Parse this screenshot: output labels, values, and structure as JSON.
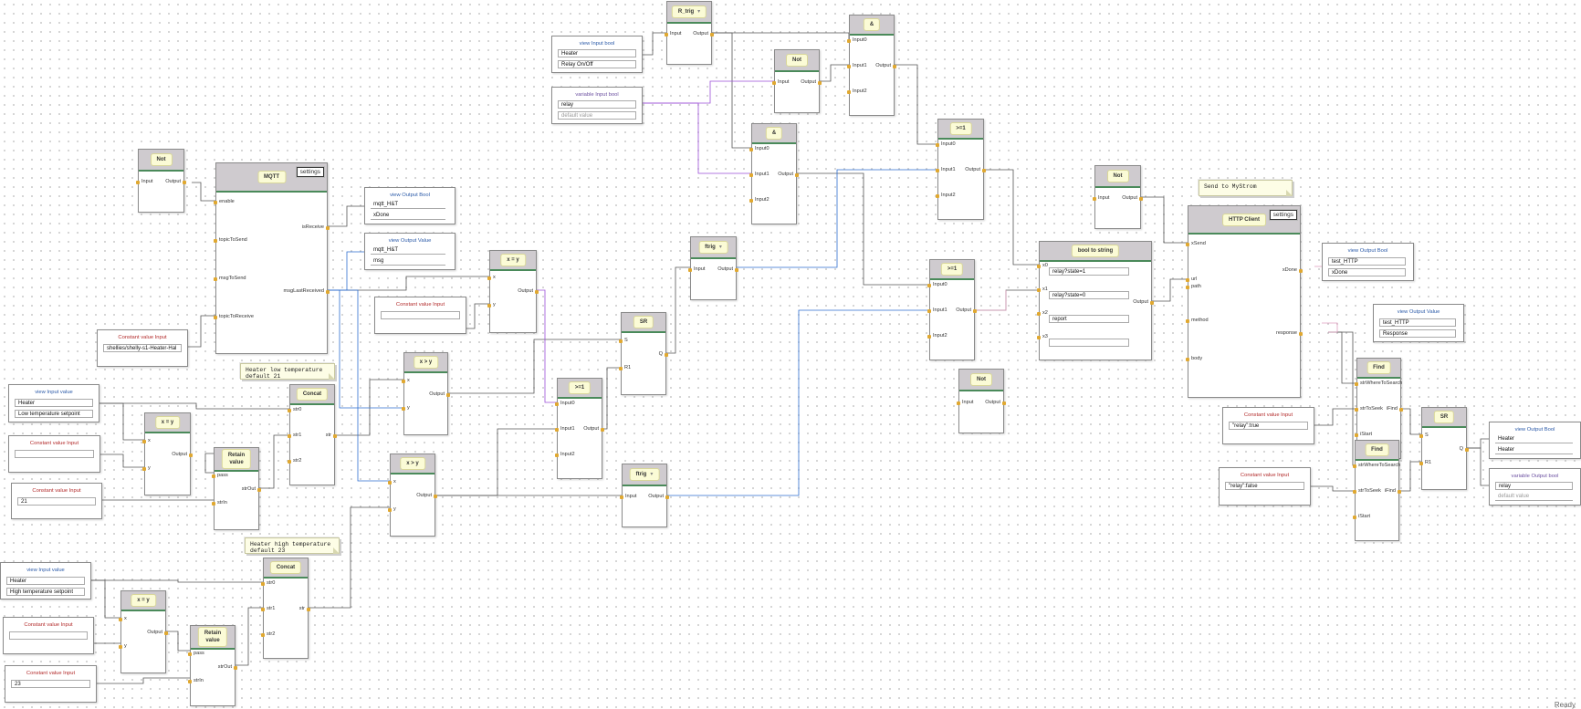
{
  "colors": {
    "wire": "#555555",
    "wire_blue": "#2f6fd0",
    "wire_purple": "#9b4fd8",
    "wire_pink": "#e0a0c0",
    "port": "#e0a830"
  },
  "status_text": "Ready",
  "blocks": {
    "mqtt": {
      "title": "MQTT",
      "settings": "settings",
      "inputs": [
        "enable",
        "topicToSend",
        "msgToSend",
        "topicToReceive"
      ],
      "outputs": [
        "isReceive",
        "msgLastReceived"
      ]
    },
    "not1": {
      "title": "Not",
      "in": "Input",
      "out": "Output"
    },
    "const_topic": {
      "caption": "Constant value Input",
      "value": "shellies/shelly-s1-Heater-Hal"
    },
    "vob1": {
      "caption": "view Output Bool",
      "f1": "mqtt_H&T",
      "f2": "xDone"
    },
    "vov1": {
      "caption": "view Output Value",
      "f1": "mqtt_H&T",
      "f2": "msg"
    },
    "const_empty1": {
      "caption": "Constant value Input",
      "value": ""
    },
    "eq1": {
      "title": "x = y",
      "in1": "x",
      "in2": "y",
      "out": "Output"
    },
    "note_low": {
      "text": "Heater low temperature\ndefault 21"
    },
    "note_high": {
      "text": "Heater high temperature\ndefault 23"
    },
    "note_mystrom": {
      "text": "Send to MyStrom"
    },
    "viv_low": {
      "caption": "view Input value",
      "f1": "Heater",
      "f2": "Low temperature setpoint"
    },
    "ci_low_empty": {
      "caption": "Constant value Input",
      "value": ""
    },
    "ci_21": {
      "caption": "Constant value Input",
      "value": "21"
    },
    "eq2": {
      "title": "x = y",
      "in1": "x",
      "in2": "y",
      "out": "Output"
    },
    "retain1": {
      "title": "Retain\nvalue",
      "in1": "pass",
      "in2": "strIn",
      "out": "strOut"
    },
    "concat1": {
      "title": "Concat",
      "in1": "str0",
      "in2": "str1",
      "in3": "str2",
      "out": "str"
    },
    "gt1": {
      "title": "x > y",
      "in1": "x",
      "in2": "y",
      "out": "Output"
    },
    "gt2": {
      "title": "x > y",
      "in1": "x",
      "in2": "y",
      "out": "Output"
    },
    "viv_high": {
      "caption": "view Input value",
      "f1": "Heater",
      "f2": "High temperature setpoint"
    },
    "ci_high_empty": {
      "caption": "Constant value Input",
      "value": ""
    },
    "ci_23": {
      "caption": "Constant value Input",
      "value": "23"
    },
    "eq3": {
      "title": "x = y",
      "in1": "x",
      "in2": "y",
      "out": "Output"
    },
    "retain2": {
      "title": "Retain\nvalue",
      "in1": "pass",
      "in2": "strIn",
      "out": "strOut"
    },
    "concat2": {
      "title": "Concat",
      "in1": "str0",
      "in2": "str1",
      "in3": "str2",
      "out": "str"
    },
    "vib1": {
      "caption": "view Input bool",
      "f1": "Heater",
      "f2": "Relay On/Off"
    },
    "varib1": {
      "caption": "variable Input bool",
      "f1": "relay",
      "f2": "default value"
    },
    "rtrig": {
      "title": "R_trig",
      "dd": "▾",
      "in": "Input",
      "out": "Output"
    },
    "not2": {
      "title": "Not",
      "in": "Input",
      "out": "Output"
    },
    "and1": {
      "title": "&",
      "in1": "Input0",
      "in2": "Input1",
      "in3": "Input2",
      "out": "Output"
    },
    "and2": {
      "title": "&",
      "in1": "Input0",
      "in2": "Input1",
      "in3": "Input2",
      "out": "Output"
    },
    "or1": {
      "title": ">=1",
      "in1": "Input0",
      "in2": "Input1",
      "in3": "Input2",
      "out": "Output"
    },
    "or2": {
      "title": ">=1",
      "in1": "Input0",
      "in2": "Input1",
      "in3": "Input2",
      "out": "Output"
    },
    "or3": {
      "title": ">=1",
      "in1": "Input0",
      "in2": "Input1",
      "in3": "Input2",
      "out": "Output"
    },
    "ftrig1": {
      "title": "ftrig",
      "dd": "▾",
      "in": "Input",
      "out": "Output"
    },
    "ftrig2": {
      "title": "ftrig",
      "dd": "▾",
      "in": "Input",
      "out": "Output"
    },
    "sr1": {
      "title": "SR",
      "in1": "S",
      "in2": "R1",
      "out": "Q"
    },
    "not3": {
      "title": "Not",
      "in": "Input",
      "out": "Output"
    },
    "not4": {
      "title": "Not",
      "in": "Input",
      "out": "Output"
    },
    "b2s": {
      "title": "bool to string",
      "in0": "x0",
      "in1": "x1",
      "in2": "x2",
      "in3": "x3",
      "v0": "relay?state=1",
      "v1": "relay?state=0",
      "v2": "report",
      "v3": "",
      "out": "Output"
    },
    "http": {
      "title": "HTTP Client",
      "settings": "settings",
      "inputs": [
        "xSend",
        "url",
        "path",
        "method",
        "body"
      ],
      "outputs": [
        "xDone",
        "response"
      ]
    },
    "vob2": {
      "caption": "view Output Bool",
      "f1": "test_HTTP",
      "f2": "xDone"
    },
    "vov2": {
      "caption": "view Output Value",
      "f1": "test_HTTP",
      "f2": "Response"
    },
    "find1": {
      "title": "Find",
      "in1": "strWhereToSearch",
      "in2": "strToSeek",
      "in3": "iStart",
      "out": "iFind"
    },
    "find2": {
      "title": "Find",
      "in1": "strWhereToSearch",
      "in2": "strToSeek",
      "in3": "iStart",
      "out": "iFind"
    },
    "ci_true": {
      "caption": "Constant value Input",
      "value": "\"relay\":true"
    },
    "ci_false": {
      "caption": "Constant value Input",
      "value": "\"relay\":false"
    },
    "sr2": {
      "title": "SR",
      "in1": "S",
      "in2": "R1",
      "out": "Q"
    },
    "vob3": {
      "caption": "view Output Bool",
      "f1": "Heater",
      "f2": "Heater"
    },
    "varob": {
      "caption": "variable Output bool",
      "f1": "relay",
      "f2": "default value"
    }
  }
}
